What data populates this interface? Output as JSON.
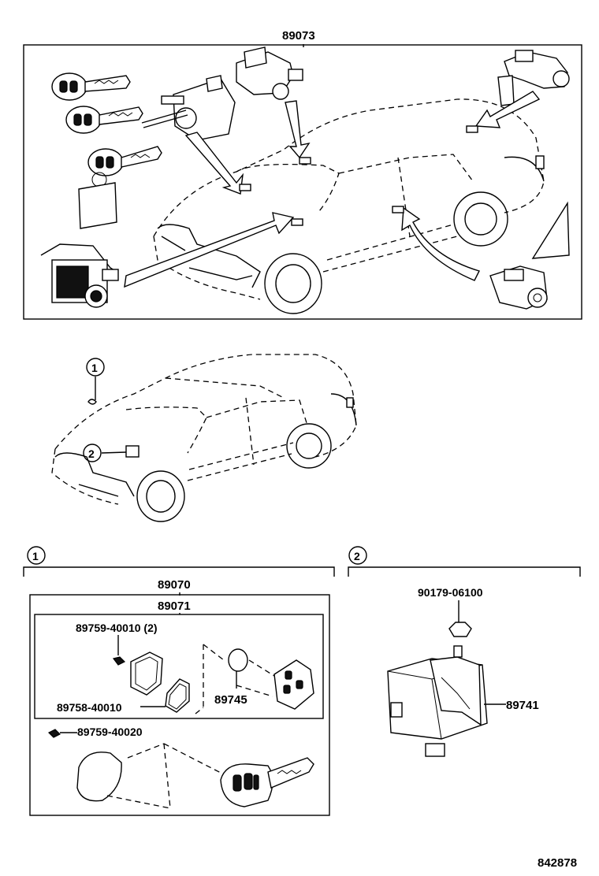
{
  "callouts": {
    "top_assembly": "89073",
    "circle_1": "1",
    "circle_2": "2",
    "section_1_marker": "1",
    "section_2_marker": "2",
    "s1_outer": "89070",
    "s1_inner": "89071",
    "screw_pair": "89759-40010 (2)",
    "gasket": "89758-40010",
    "battery": "89745",
    "screw_single": "89759-40020",
    "clip": "90179-06100",
    "ecu": "89741",
    "diagram_number": "842878"
  }
}
